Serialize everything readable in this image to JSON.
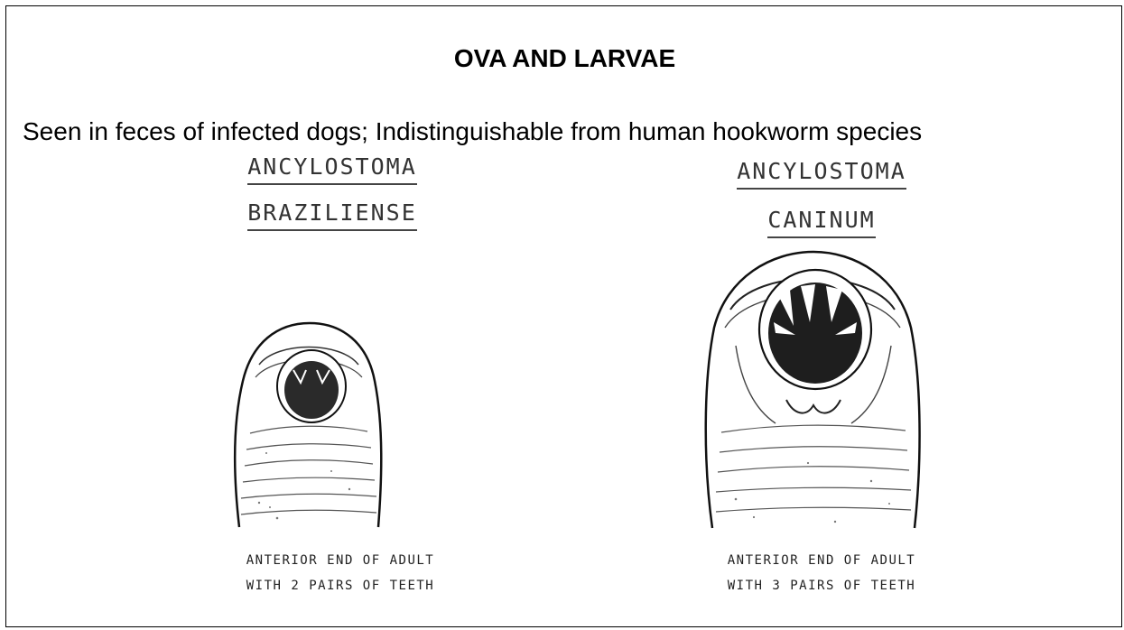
{
  "heading": "OVA AND LARVAE",
  "description": "Seen in feces of infected dogs; Indistinguishable from human hookworm species",
  "specimens": [
    {
      "genus": "ANCYLOSTOMA",
      "species": "BRAZILIENSE",
      "caption_line1": "ANTERIOR END OF ADULT",
      "caption_line2": "WITH 2 PAIRS OF TEETH"
    },
    {
      "genus": "ANCYLOSTOMA",
      "species": "CANINUM",
      "caption_line1": "ANTERIOR END OF ADULT",
      "caption_line2": "WITH 3 PAIRS OF TEETH"
    }
  ]
}
